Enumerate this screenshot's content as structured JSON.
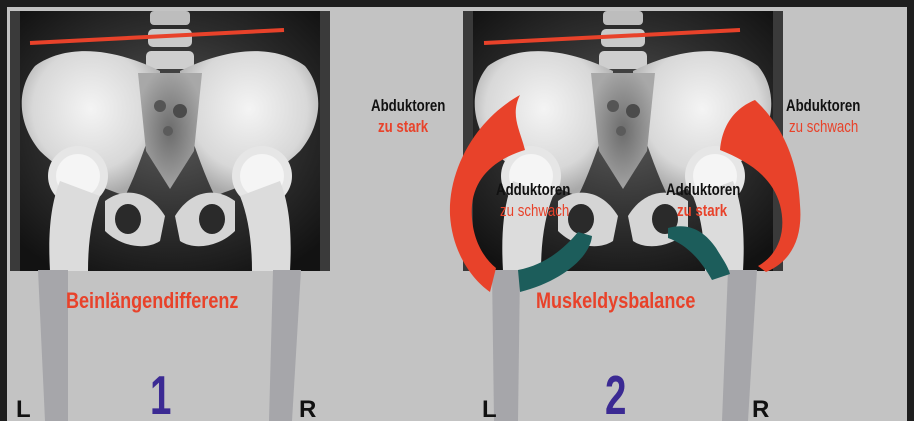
{
  "colors": {
    "frame": "#1e1e1e",
    "background": "#c3c3c3",
    "accent_red": "#e8422a",
    "accent_teal": "#1c5d5b",
    "number_purple": "#3b2a93",
    "leg_gray": "#a6a6aa"
  },
  "panel1": {
    "title": "Beinlängendifferenz",
    "number": "1",
    "left_side": "L",
    "right_side": "R"
  },
  "panel2": {
    "title": "Muskeldysbalance",
    "number": "2",
    "left_side": "L",
    "right_side": "R",
    "abductor_left": {
      "name": "Abduktoren",
      "state": "zu stark"
    },
    "abductor_right": {
      "name": "Abduktoren",
      "state": "zu schwach"
    },
    "adductor_left": {
      "name": "Adduktoren",
      "state": "zu schwach"
    },
    "adductor_right": {
      "name": "Adduktoren",
      "state": "zu stark"
    }
  }
}
